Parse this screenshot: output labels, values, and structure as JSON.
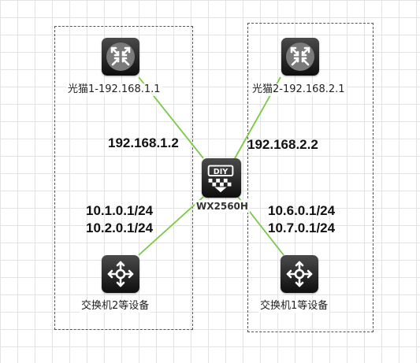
{
  "colors": {
    "link": "#7ac943",
    "group_border": "#555555"
  },
  "nodes": {
    "modem1": {
      "label": "光猫1-192.168.1.1",
      "icon": "router-icon"
    },
    "modem2": {
      "label": "光猫2-192.168.2.1",
      "icon": "router-icon"
    },
    "router": {
      "label": "WX2560H",
      "badge": "DIY",
      "icon": "diy-router-icon"
    },
    "switch2": {
      "label": "交换机2等设备",
      "icon": "switch-icon"
    },
    "switch1": {
      "label": "交换机1等设备",
      "icon": "switch-icon"
    }
  },
  "ip_labels": {
    "left_wan": "192.168.1.2",
    "right_wan": "192.168.2.2",
    "left_lan_1": "10.1.0.1/24",
    "left_lan_2": "10.2.0.1/24",
    "right_lan_1": "10.6.0.1/24",
    "right_lan_2": "10.7.0.1/24"
  }
}
